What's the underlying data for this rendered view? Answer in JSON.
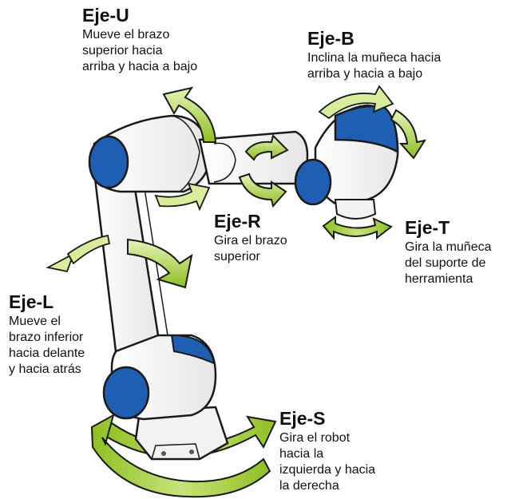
{
  "axes": [
    {
      "id": "u",
      "title": "Eje-U",
      "description": "Mueve el brazo\nsuperior hacia\narriba y hacia a bajo"
    },
    {
      "id": "b",
      "title": "Eje-B",
      "description": "Inclina la muñeca hacia\narriba y hacia a bajo"
    },
    {
      "id": "r",
      "title": "Eje-R",
      "description": "Gira el brazo\nsuperior"
    },
    {
      "id": "t",
      "title": "Eje-T",
      "description": "Gira la muñeca\ndel suporte de\nherramienta"
    },
    {
      "id": "l",
      "title": "Eje-L",
      "description": "Mueve el\nbrazo inferior\nhacia delante\ny hacia atrás"
    },
    {
      "id": "s",
      "title": "Eje-S",
      "description": "Gira el robot\nhacia la\nizquierda y hacia\nla derecha"
    }
  ],
  "colors": {
    "arrow_fill": "#a6cf39",
    "arrow_light": "#d8ec9c",
    "joint_blue": "#1e5fb4",
    "robot_body": "#ffffff",
    "outline": "#1a1a1a"
  }
}
